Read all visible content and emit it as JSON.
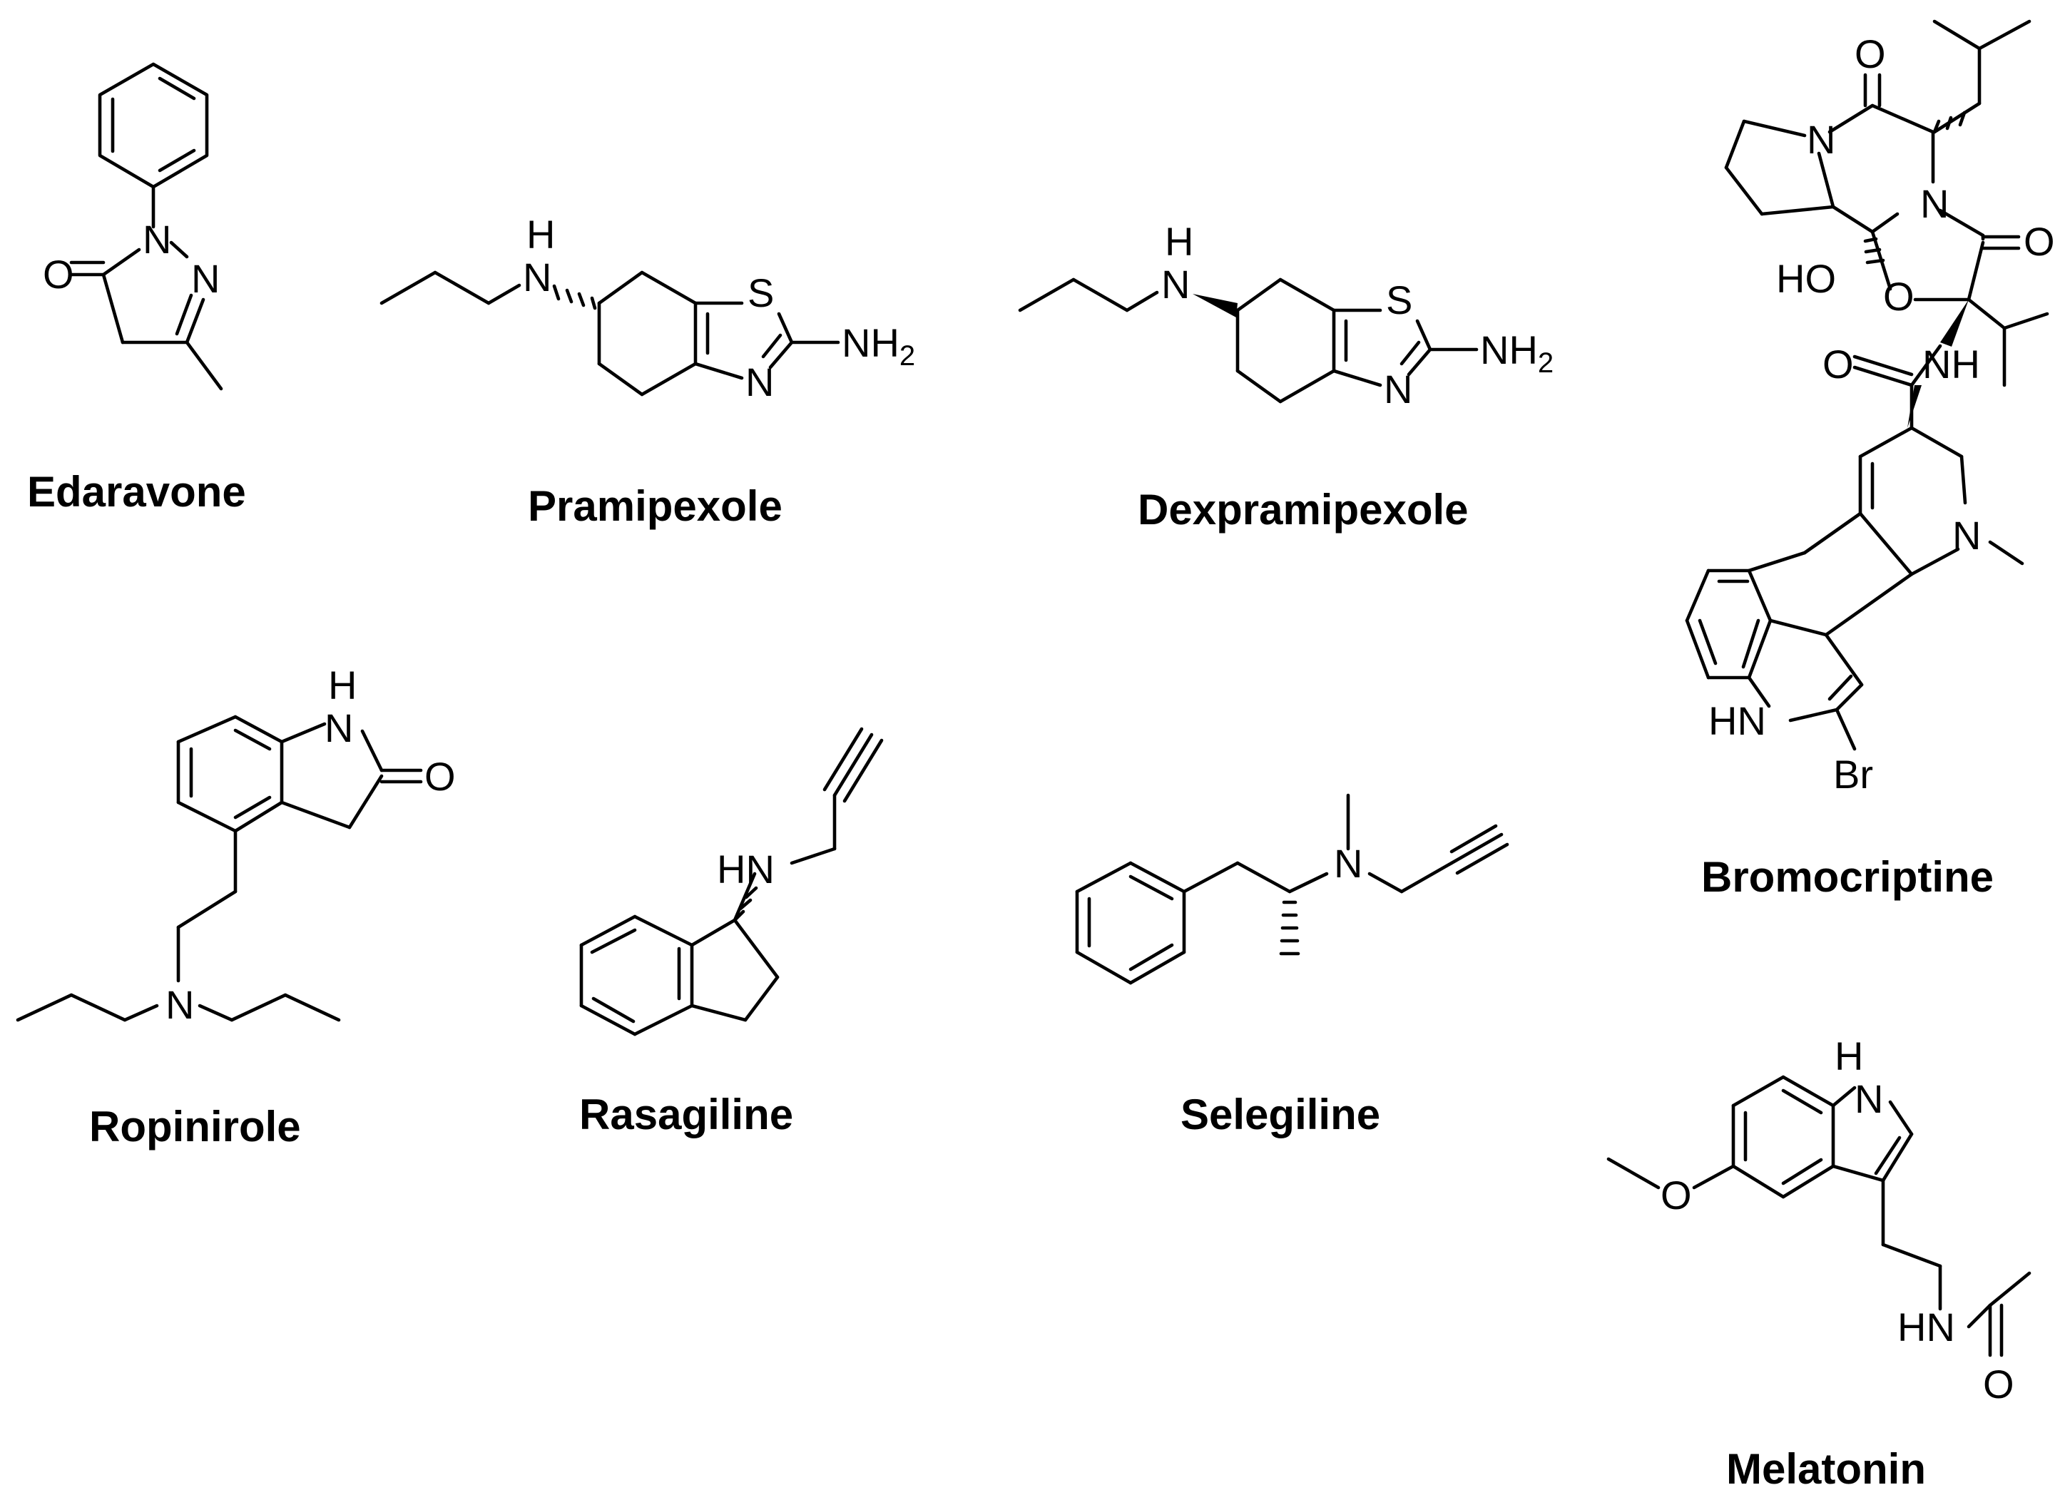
{
  "compounds": {
    "edaravone": {
      "name": "Edaravone",
      "atoms": {
        "o": "O",
        "n1": "N",
        "n2": "N"
      }
    },
    "pramipexole": {
      "name": "Pramipexole",
      "atoms": {
        "nh_h": "H",
        "nh_n": "N",
        "s": "S",
        "n": "N",
        "nh2": "NH",
        "nh2_sub": "2"
      }
    },
    "dexpramipexole": {
      "name": "Dexpramipexole",
      "atoms": {
        "nh_h": "H",
        "nh_n": "N",
        "s": "S",
        "n": "N",
        "nh2": "NH",
        "nh2_sub": "2"
      }
    },
    "bromocriptine": {
      "name": "Bromocriptine",
      "atoms": {
        "o1": "O",
        "n1": "N",
        "n2": "N",
        "o2": "O",
        "ho": "HO",
        "o3": "O",
        "o4": "O",
        "nh": "NH",
        "n3": "N",
        "hn": "HN",
        "br": "Br"
      }
    },
    "ropinirole": {
      "name": "Ropinirole",
      "atoms": {
        "h": "H",
        "n1": "N",
        "o": "O",
        "n2": "N"
      }
    },
    "rasagiline": {
      "name": "Rasagiline",
      "atoms": {
        "hn": "HN"
      }
    },
    "selegiline": {
      "name": "Selegiline",
      "atoms": {
        "n": "N"
      }
    },
    "melatonin": {
      "name": "Melatonin",
      "atoms": {
        "h": "H",
        "n": "N",
        "o1": "O",
        "hn": "HN",
        "o2": "O"
      }
    }
  }
}
